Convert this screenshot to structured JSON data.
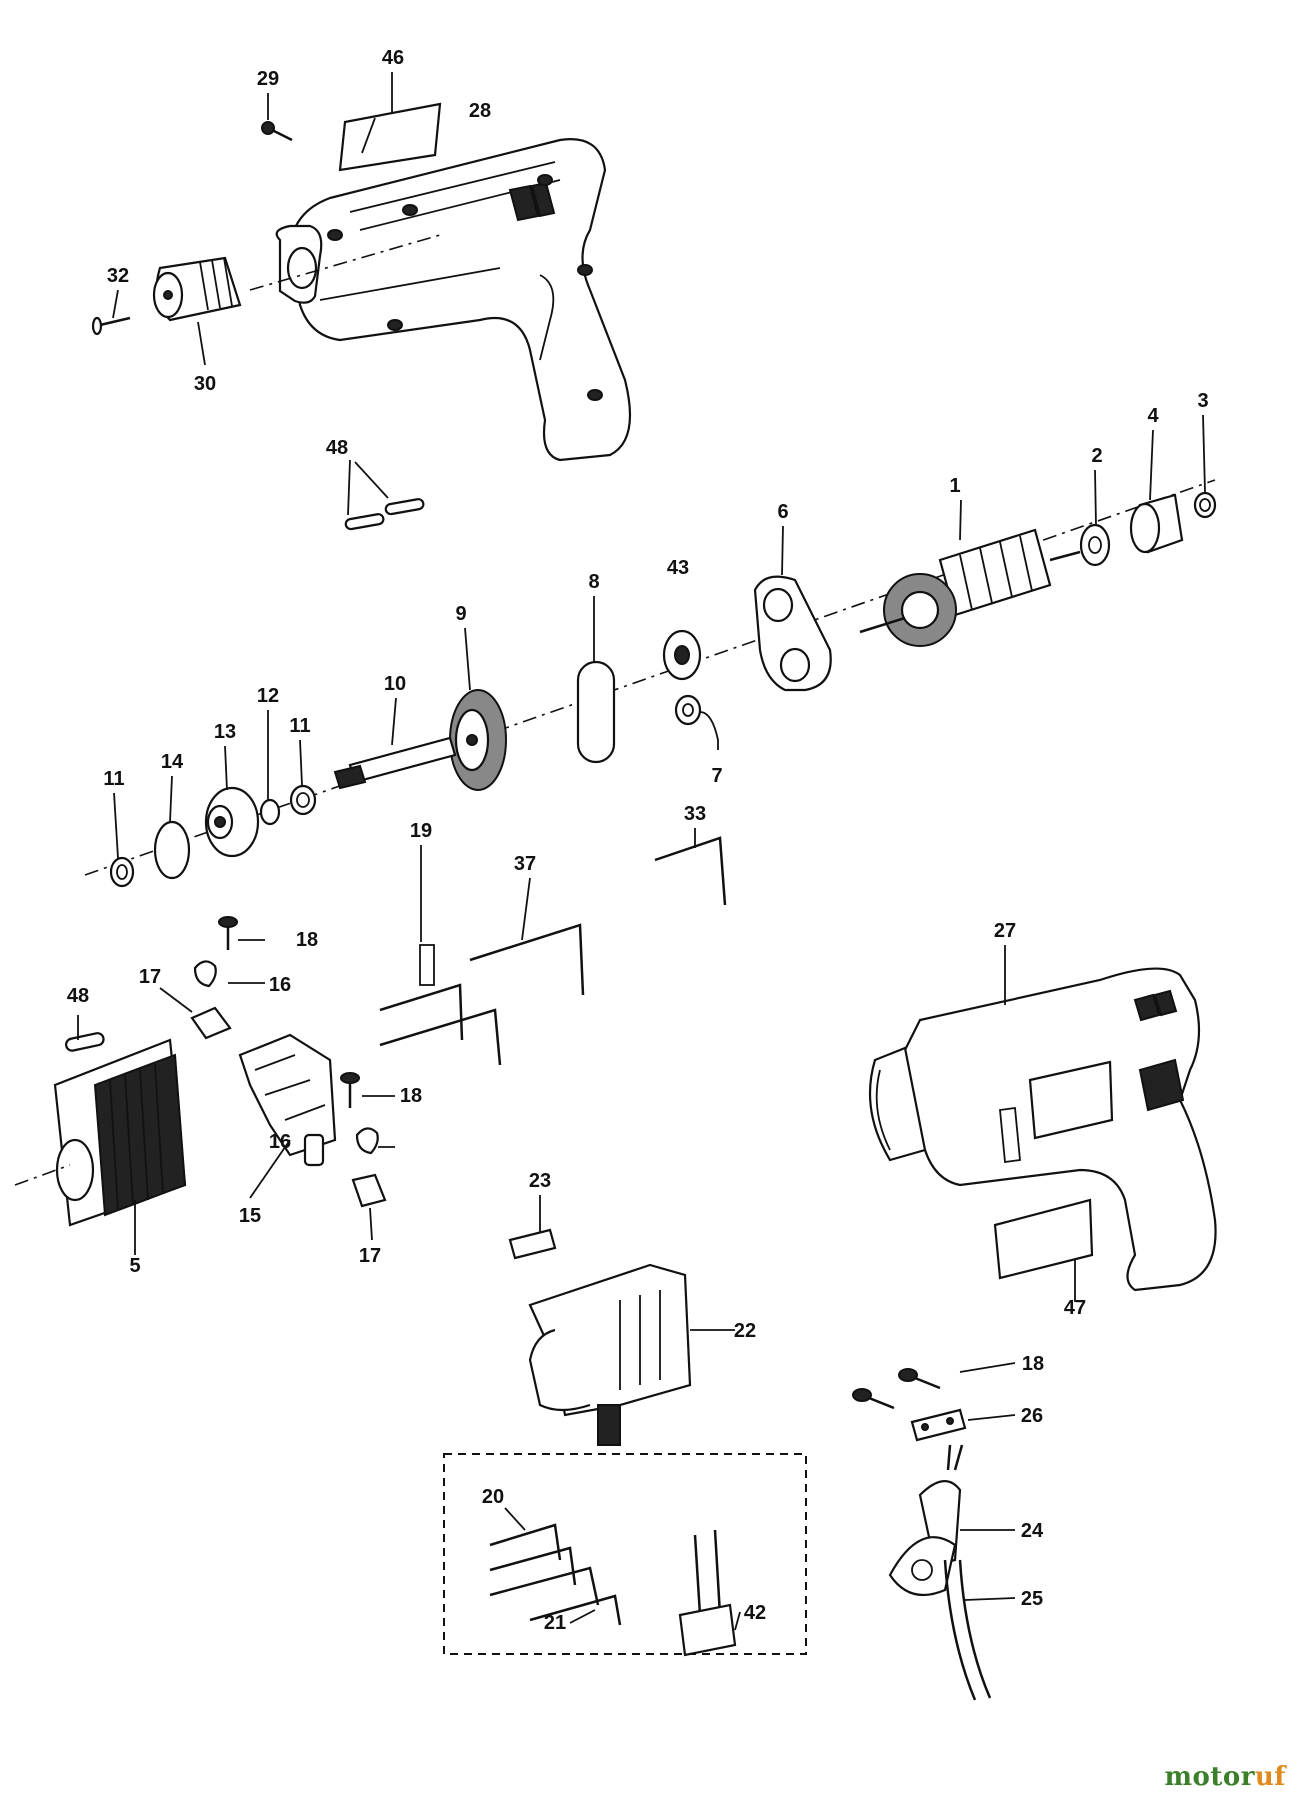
{
  "diagram": {
    "part_labels": [
      "1",
      "2",
      "3",
      "4",
      "5",
      "6",
      "7",
      "8",
      "9",
      "10",
      "11",
      "11",
      "12",
      "13",
      "14",
      "15",
      "16",
      "16",
      "17",
      "17",
      "18",
      "18",
      "18",
      "19",
      "20",
      "21",
      "22",
      "23",
      "24",
      "25",
      "26",
      "27",
      "28",
      "29",
      "30",
      "32",
      "33",
      "37",
      "42",
      "43",
      "46",
      "47",
      "48",
      "48"
    ]
  },
  "watermark": {
    "text": "motoruf",
    "text_a": "motor",
    "text_b": "uf",
    "color_a": "#3b7f2a",
    "color_b": "#e08a1e"
  }
}
